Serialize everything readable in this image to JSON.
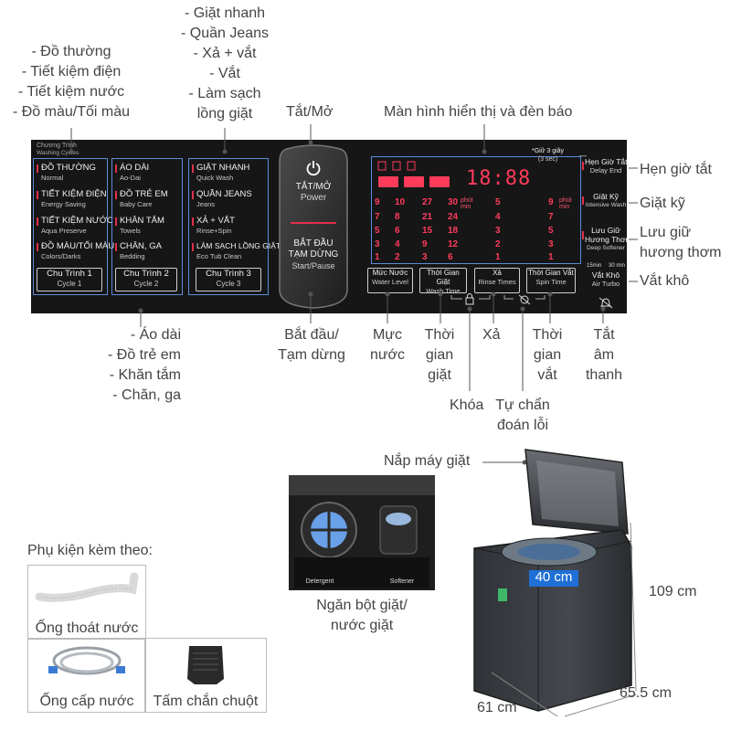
{
  "labels": {
    "program_list": [
      "- Đồ thường",
      "- Tiết kiệm điện",
      "- Tiết kiệm nước",
      "- Đồ màu/Tối màu"
    ],
    "quick_list": [
      "- Giặt nhanh",
      "- Quần Jeans",
      "- Xả + vắt",
      "- Vắt",
      "- Làm sạch",
      "lồng giặt"
    ],
    "power": "Tắt/Mở",
    "display": "Màn hình hiển thị và đèn báo",
    "delay_end": "Hẹn giờ tắt",
    "intensive": "Giặt kỹ",
    "softener": [
      "Lưu giữ",
      "hương thơm"
    ],
    "air_dry": "Vắt khô",
    "baby_list": [
      "- Áo dài",
      "- Đồ trẻ em",
      "- Khăn tắm",
      "- Chăn, ga"
    ],
    "start_pause": [
      "Bắt đầu/",
      "Tạm dừng"
    ],
    "water_level": [
      "Mực",
      "nước"
    ],
    "wash_time": [
      "Thời",
      "gian",
      "giặt"
    ],
    "rinse": "Xả",
    "spin_time": [
      "Thời",
      "gian",
      "vắt"
    ],
    "mute": [
      "Tắt",
      "âm",
      "thanh"
    ],
    "lock": "Khóa",
    "self_diag": [
      "Tự chẩn",
      "đoán lỗi"
    ],
    "lid": "Nắp máy giặt",
    "dispenser": [
      "Ngăn bột giặt/",
      "nước giặt"
    ],
    "accessories": "Phụ kiện kèm theo:",
    "acc_drain": "Ống thoát nước",
    "acc_inlet": "Ống cấp nước",
    "acc_mouse": "Tấm chắn chuột",
    "dim_height": "109 cm",
    "dim_depth": "65.5 cm",
    "dim_width": "61 cm",
    "dim_inner": "40 cm"
  },
  "panel": {
    "header": [
      "Chương Trình",
      "Washing Cycles"
    ],
    "group1": [
      {
        "vi": "ĐỒ THƯỜNG",
        "en": "Normal"
      },
      {
        "vi": "TIẾT KIỆM ĐIỆN",
        "en": "Energy Saving"
      },
      {
        "vi": "TIẾT KIỆM NƯỚC",
        "en": "Aqua Preserve"
      },
      {
        "vi": "ĐỒ MÀU/TỐI MÀU",
        "en": "Colors/Darks"
      }
    ],
    "group2": [
      {
        "vi": "ÁO DÀI",
        "en": "Ao-Dai"
      },
      {
        "vi": "ĐỒ TRẺ EM",
        "en": "Baby Care"
      },
      {
        "vi": "KHĂN TẮM",
        "en": "Towels"
      },
      {
        "vi": "CHĂN, GA",
        "en": "Bedding"
      }
    ],
    "group3": [
      {
        "vi": "GIẶT NHANH",
        "en": "Quick Wash"
      },
      {
        "vi": "QUẦN JEANS",
        "en": "Jeans"
      },
      {
        "vi": "XẢ + VẮT",
        "en": "Rinse+Spin"
      },
      {
        "vi": "LÀM SẠCH LỒNG GIẶT",
        "en": "Eco Tub Clean"
      }
    ],
    "cycles": [
      {
        "vi": "Chu Trình 1",
        "en": "Cycle 1"
      },
      {
        "vi": "Chu Trình 2",
        "en": "Cycle 2"
      },
      {
        "vi": "Chu Trình 3",
        "en": "Cycle 3"
      }
    ],
    "power_btn": {
      "vi": "TẮT/MỞ",
      "en": "Power"
    },
    "start_btn": {
      "vi1": "BẮT ĐẦU",
      "vi2": "TẠM DỪNG",
      "en": "Start/Pause"
    },
    "timer_note": [
      "*Giữ 3 giây",
      "(3 sec)"
    ],
    "digits": "18:88",
    "phut": [
      "phút",
      "min"
    ],
    "grid_cols": [
      [
        "9",
        "7",
        "5",
        "3",
        "1"
      ],
      [
        "10",
        "8",
        "6",
        "4",
        "2"
      ],
      [
        "27",
        "21",
        "15",
        "9",
        "3"
      ],
      [
        "30",
        "24",
        "18",
        "12",
        "6"
      ],
      [
        "5",
        "4",
        "3",
        "2",
        "1"
      ],
      [
        "9",
        "7",
        "5",
        "3",
        "1"
      ]
    ],
    "buttons": [
      {
        "vi": "Mức Nước",
        "en": "Water Level"
      },
      {
        "vi": "Thời Gian Giặt",
        "en": "Wash Time"
      },
      {
        "vi": "Xả",
        "en": "Rinse Times"
      },
      {
        "vi": "Thời Gian Vắt",
        "en": "Spin Time"
      }
    ],
    "right": {
      "delay": {
        "vi": "Hẹn Giờ Tắt",
        "en": "Delay End"
      },
      "intensive": {
        "vi": "Giặt Kỹ",
        "en": "Intensive Wash"
      },
      "softener": {
        "vi1": "Lưu Giữ",
        "vi2": "Hương Thơm",
        "en": "Deep Softener"
      },
      "airturbo_opts": [
        "15min",
        "30 min"
      ],
      "airturbo": {
        "vi": "Vắt Khô",
        "en": "Air Turbo"
      }
    }
  },
  "photo": {
    "detergent": "Detergent",
    "softener": "Softener"
  },
  "colors": {
    "panel_bg": "#161616",
    "led": "#ff3b5c",
    "outline": "#5b8dd6",
    "machine": "#3a3d42"
  }
}
